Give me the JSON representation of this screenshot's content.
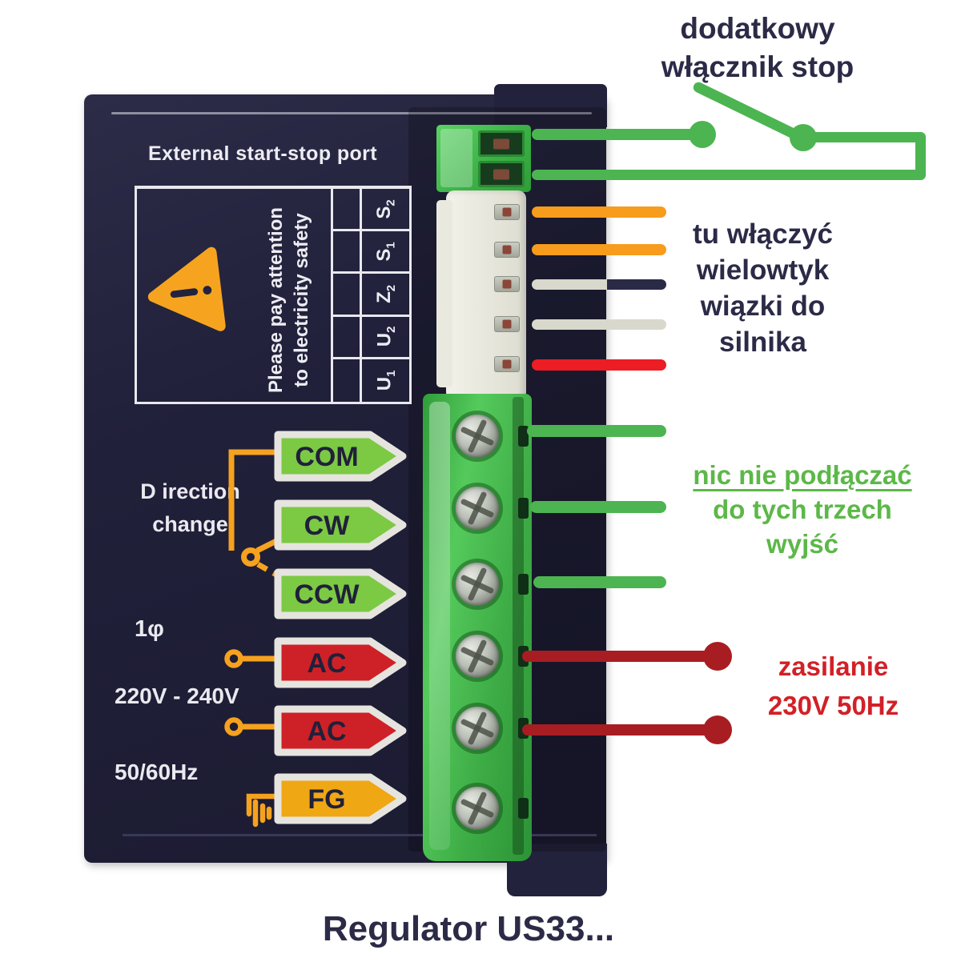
{
  "title": "Regulator US33...",
  "colors": {
    "wire_green": "#4cb551",
    "wire_orange": "#f79c1c",
    "wire_red": "#ec1d24",
    "wire_white": "#d8d8cc",
    "wire_black": "#2a2a47",
    "wire_dark_red": "#a81d22",
    "circuit_orange": "#f6a21e",
    "text_navy": "#2b2b47",
    "text_green": "#5cb848",
    "text_red": "#d22027",
    "silkscreen": "#ececf2",
    "arrow_green": "#7cc944",
    "arrow_red": "#ce2127",
    "arrow_amber": "#f0a714"
  },
  "annotations": {
    "stop_switch": {
      "line1": "dodatkowy",
      "line2": "włącznik stop"
    },
    "motor_plug": {
      "line1": "tu włączyć",
      "line2": "wielowtyk",
      "line3": "wiązki do",
      "line4": "silnika"
    },
    "no_connect": {
      "line1": "nic nie podłączać",
      "line2": "do tych trzech",
      "line3": "wyjść"
    },
    "power": {
      "line1": "zasilanie",
      "line2": "230V 50Hz"
    }
  },
  "device": {
    "port_title": "External start-stop port",
    "safety": {
      "line1": "Please pay attention",
      "line2": "to electricity safety"
    },
    "pins": [
      {
        "base": "S",
        "sub": "2"
      },
      {
        "base": "S",
        "sub": "1"
      },
      {
        "base": "Z",
        "sub": "2"
      },
      {
        "base": "U",
        "sub": "2"
      },
      {
        "base": "U",
        "sub": "1"
      }
    ],
    "direction": {
      "line1": "D irection",
      "line2": "change"
    },
    "phase": "1φ",
    "voltage": "220V - 240V",
    "frequency": "50/60Hz",
    "arrows": [
      {
        "label": "COM",
        "fill": "#7cc944"
      },
      {
        "label": "CW",
        "fill": "#7cc944"
      },
      {
        "label": "CCW",
        "fill": "#7cc944"
      },
      {
        "label": "AC",
        "fill": "#ce2127"
      },
      {
        "label": "AC",
        "fill": "#ce2127"
      },
      {
        "label": "FG",
        "fill": "#f0a714"
      }
    ]
  }
}
